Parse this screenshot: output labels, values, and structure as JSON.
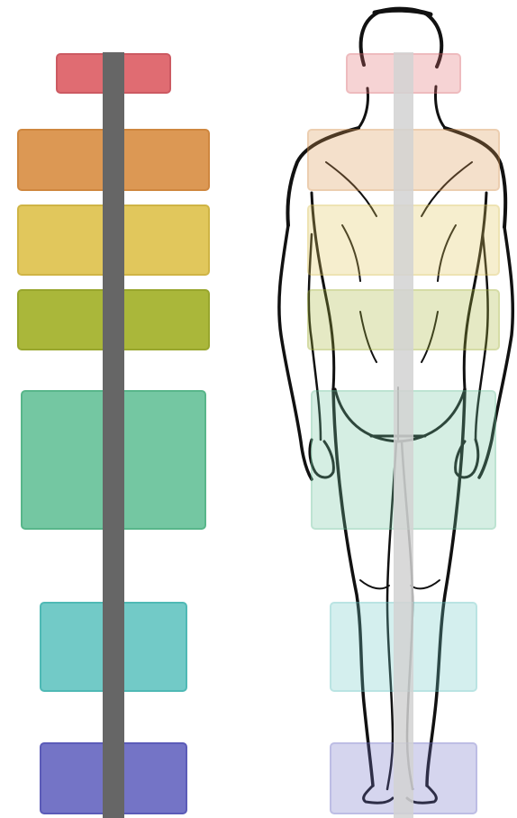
{
  "colors": {
    "background": "#ffffff",
    "axis_dark": "#666666",
    "axis_light": "#d2d2d2",
    "outline": "#111111"
  },
  "segments": [
    {
      "name": "head",
      "fill": "#e06c72",
      "border": "#cc5a62"
    },
    {
      "name": "shoulders",
      "fill": "#dc9854",
      "border": "#cf873f"
    },
    {
      "name": "upper-back",
      "fill": "#e1c75c",
      "border": "#cfb445"
    },
    {
      "name": "lower-back",
      "fill": "#aab73a",
      "border": "#98a62d"
    },
    {
      "name": "hips",
      "fill": "#74c7a2",
      "border": "#58b68a"
    },
    {
      "name": "calves",
      "fill": "#72cac7",
      "border": "#4fb9b5"
    },
    {
      "name": "feet",
      "fill": "#7474c6",
      "border": "#5b5bb8"
    }
  ],
  "figure": {
    "style": "line-art",
    "subject": "human-figure-back-view"
  }
}
